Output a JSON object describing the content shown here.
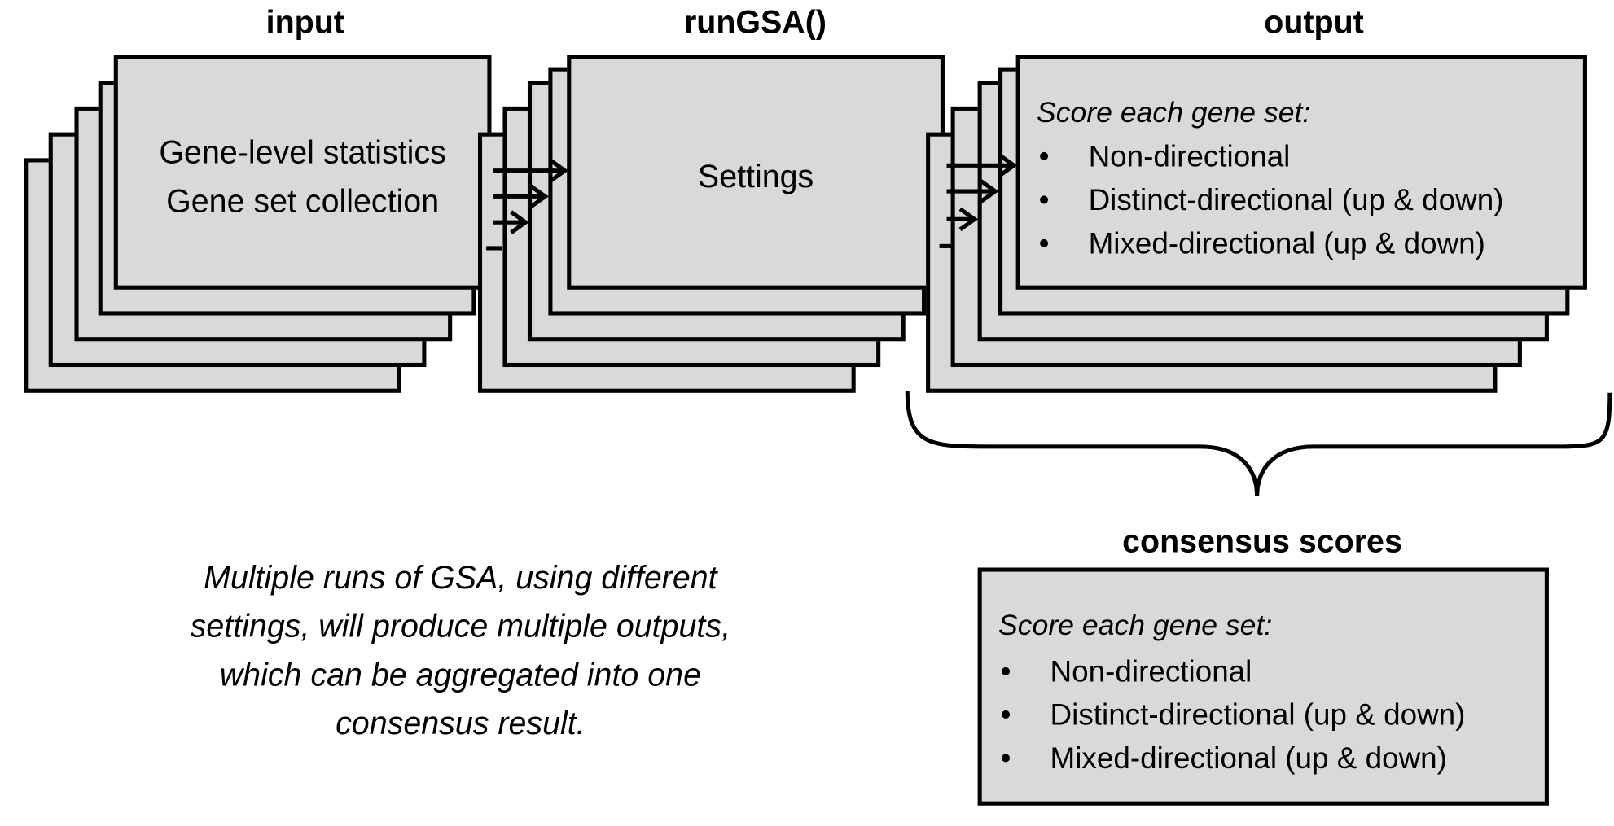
{
  "headers": {
    "input": "input",
    "run": "runGSA()",
    "output": "output",
    "consensus": "consensus scores"
  },
  "input_card": {
    "line1": "Gene-level statistics",
    "line2": "Gene set collection"
  },
  "run_card": {
    "label": "Settings"
  },
  "output_card": {
    "title": "Score each gene set:",
    "items": [
      "Non-directional",
      "Distinct-directional (up & down)",
      "Mixed-directional (up & down)"
    ]
  },
  "consensus_card": {
    "title": "Score each gene set:",
    "items": [
      "Non-directional",
      "Distinct-directional (up & down)",
      "Mixed-directional (up & down)"
    ]
  },
  "caption": {
    "line1": "Multiple runs of GSA, using different",
    "line2": "settings, will produce multiple outputs,",
    "line3": "which can be aggregated into one",
    "line4": "consensus result."
  }
}
